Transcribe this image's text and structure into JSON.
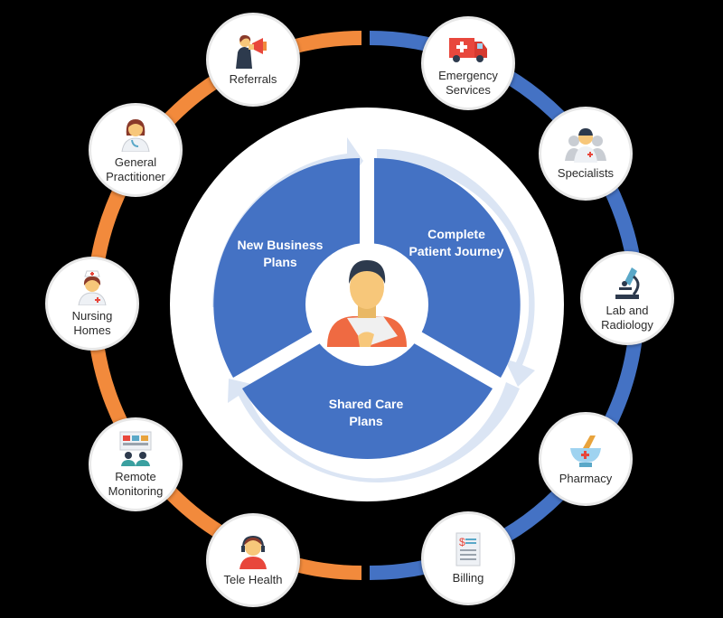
{
  "center": {
    "segments": [
      {
        "id": "new-business-plans",
        "label": "New Business\nPlans"
      },
      {
        "id": "complete-patient-journey",
        "label": "Complete\nPatient Journey"
      },
      {
        "id": "shared-care-plans",
        "label": "Shared Care\nPlans"
      }
    ],
    "hub_icon": "patient-icon"
  },
  "nodes": [
    {
      "id": "referrals",
      "label": "Referrals",
      "icon": "megaphone-person-icon"
    },
    {
      "id": "emergency-services",
      "label": "Emergency\nServices",
      "icon": "ambulance-icon"
    },
    {
      "id": "specialists",
      "label": "Specialists",
      "icon": "doctor-team-icon"
    },
    {
      "id": "lab-and-radiology",
      "label": "Lab and\nRadiology",
      "icon": "microscope-icon"
    },
    {
      "id": "pharmacy",
      "label": "Pharmacy",
      "icon": "mortar-pestle-icon"
    },
    {
      "id": "billing",
      "label": "Billing",
      "icon": "invoice-icon"
    },
    {
      "id": "tele-health",
      "label": "Tele Health",
      "icon": "headset-agent-icon"
    },
    {
      "id": "remote-monitoring",
      "label": "Remote\nMonitoring",
      "icon": "dashboard-users-icon"
    },
    {
      "id": "nursing-homes",
      "label": "Nursing\nHomes",
      "icon": "nurse-icon"
    },
    {
      "id": "general-practitioner",
      "label": "General\nPractitioner",
      "icon": "female-doctor-icon"
    }
  ],
  "colors": {
    "orange": "#f28a3c",
    "blue": "#4472c4",
    "light_blue": "#dbe5f4",
    "skin": "#f7c77a"
  }
}
